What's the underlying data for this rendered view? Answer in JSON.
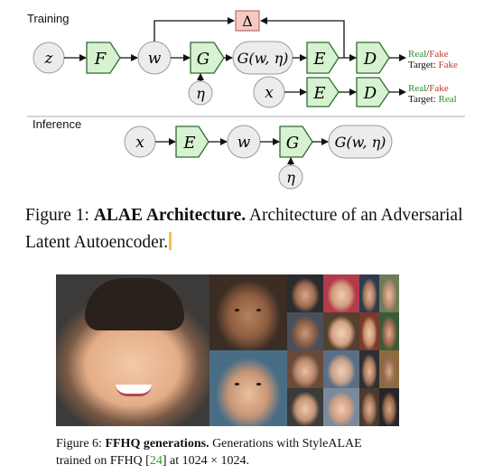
{
  "diagram": {
    "section_training": "Training",
    "section_inference": "Inference",
    "nodes": {
      "z": "z",
      "F": "F",
      "w": "w",
      "G": "G",
      "G_out": "G(w, η)",
      "E": "E",
      "D": "D",
      "eta": "η",
      "x": "x",
      "delta": "Δ"
    },
    "outputs": {
      "real": "Real",
      "slash": "/",
      "fake": "Fake",
      "target_label": "Target: ",
      "target_fake": "Fake",
      "target_real": "Real"
    },
    "colors": {
      "block_fill": "#d6f2d0",
      "block_stroke": "#2f6b2f",
      "circle_fill": "#ececec",
      "delta_fill": "#f6c9c4",
      "real_color": "#2e8b2e",
      "fake_color": "#c0392b"
    }
  },
  "caption1": {
    "prefix": "Figure 1: ",
    "bold": "ALAE Architecture.",
    "text": " Architecture of an Adversarial Latent Autoencoder."
  },
  "caption2": {
    "prefix": "Figure 6: ",
    "bold": "FFHQ generations.",
    "text_before_cite": " Generations with StyleALAE trained on FFHQ [",
    "cite": "24",
    "text_after_cite": "] at 1024 × 1024."
  }
}
